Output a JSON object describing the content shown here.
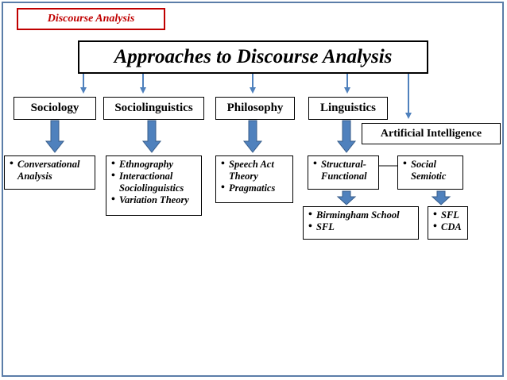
{
  "tag": "Discourse Analysis",
  "title": "Approaches to Discourse Analysis",
  "categories": {
    "sociology": "Sociology",
    "sociolinguistics": "Sociolinguistics",
    "philosophy": "Philosophy",
    "linguistics": "Linguistics",
    "ai": "Artificial Intelligence"
  },
  "sociology_items": [
    "Conversational Analysis"
  ],
  "sociolinguistics_items": [
    "Ethnography",
    "Interactional Sociolinguistics",
    "Variation Theory"
  ],
  "philosophy_items": [
    "Speech Act Theory",
    "Pragmatics"
  ],
  "structural_items": [
    "Structural-Functional"
  ],
  "social_items": [
    "Social Semiotic"
  ],
  "birmingham_items": [
    "Birmingham  School",
    "SFL"
  ],
  "sfl_items": [
    "SFL",
    "CDA"
  ],
  "colors": {
    "accent": "#c00000",
    "arrow": "#4f81bd",
    "arrow_stroke": "#385d8a",
    "frame": "#5b7da8"
  }
}
